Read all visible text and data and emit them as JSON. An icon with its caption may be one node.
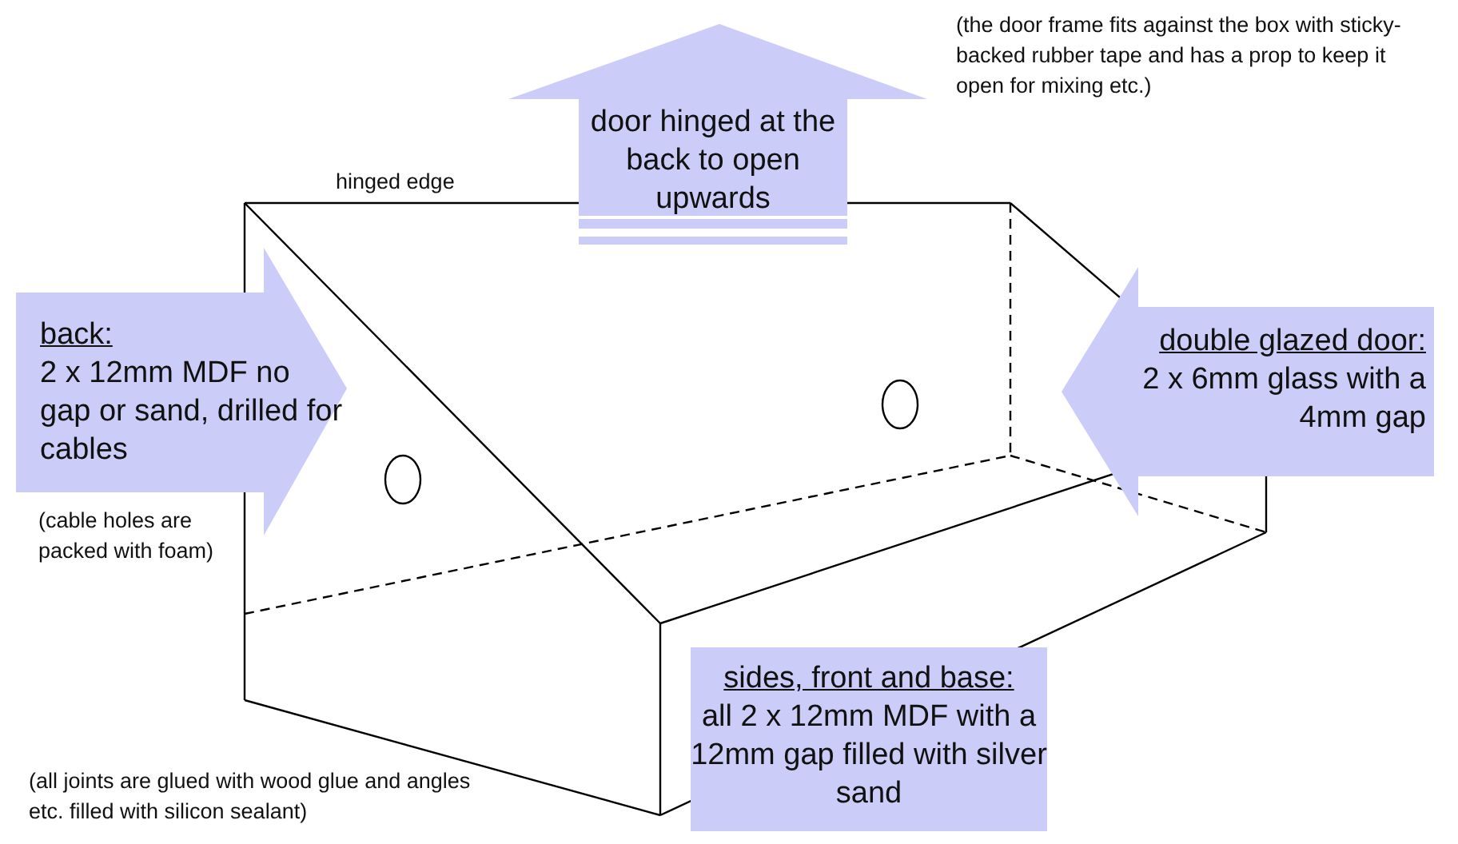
{
  "diagram": {
    "nodes": [
      {
        "text": [
          "back:",
          "2 x 12mm MDF no gap or sand, drilled for cables"
        ]
      },
      {
        "text": [
          "door hinged at the back to open upwards"
        ]
      },
      {
        "text": [
          "double glazed door:",
          "2 x 6mm glass with a 4mm gap"
        ]
      },
      {
        "text": [
          "sides, front and base:",
          "all 2 x 12mm MDF with a 12mm gap filled with silver sand"
        ]
      }
    ],
    "labels": [
      "hinged edge",
      "(the door frame fits against the box with sticky-backed rubber tape and has a prop to keep it open for mixing etc.)",
      "(cable holes are packed with foam)",
      "(all joints are glued with wood glue and angles etc. filled with silicon sealant)"
    ]
  }
}
